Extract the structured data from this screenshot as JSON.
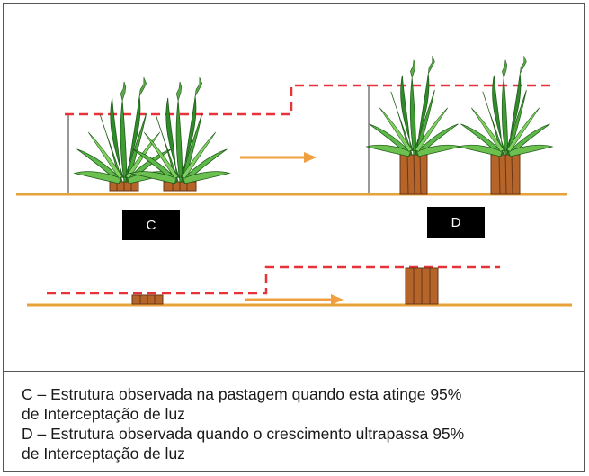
{
  "labels": {
    "c": "C",
    "d": "D"
  },
  "caption": {
    "line1": "C – Estrutura observada na pastagem quando esta atinge 95%",
    "line2": "de Interceptação de luz",
    "line3": "D – Estrutura observada quando o crescimento ultrapassa 95%",
    "line4": "de Interceptação de luz"
  },
  "colors": {
    "ground": "#e8a23a",
    "arrow": "#f0a040",
    "dash": "#e8323a",
    "grass_leaf": "#2f8a2a",
    "grass_leaf_light": "#7fd060",
    "stem_base": "#b5652a",
    "stem_dark": "#6b3616",
    "measure_bar": "#999999"
  }
}
